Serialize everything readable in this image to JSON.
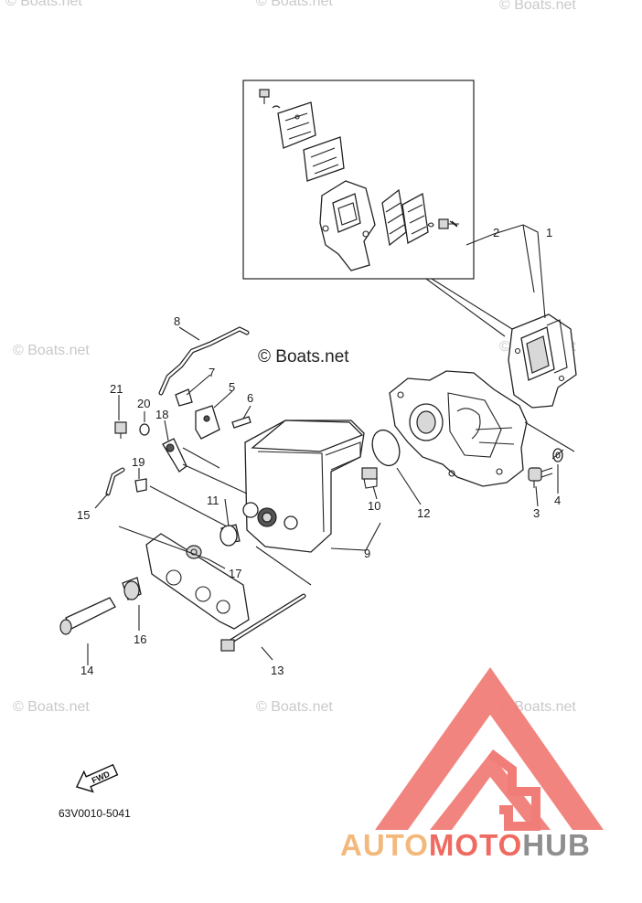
{
  "copyright_label": "© Boats.net",
  "watermark_text": "© Boats.net",
  "diagram_code": "63V0010-5041",
  "fwd_arrow_label": "FWD",
  "part_numbers": {
    "p1": "1",
    "p2": "2",
    "p3": "3",
    "p4": "4",
    "p5": "5",
    "p6": "6",
    "p7": "7",
    "p8": "8",
    "p9": "9",
    "p10": "10",
    "p11": "11",
    "p12": "12",
    "p13": "13",
    "p14": "14",
    "p15": "15",
    "p16": "16",
    "p17": "17",
    "p18": "18",
    "p19": "19",
    "p20": "20",
    "p21": "21"
  },
  "brand": {
    "segments": [
      {
        "text": "AUTO",
        "color": "#f3b97c"
      },
      {
        "text": "MOTO",
        "color": "#ef6b62"
      },
      {
        "text": "HUB",
        "color": "#8e8e8e"
      }
    ],
    "logo_color": "#f07d78"
  }
}
